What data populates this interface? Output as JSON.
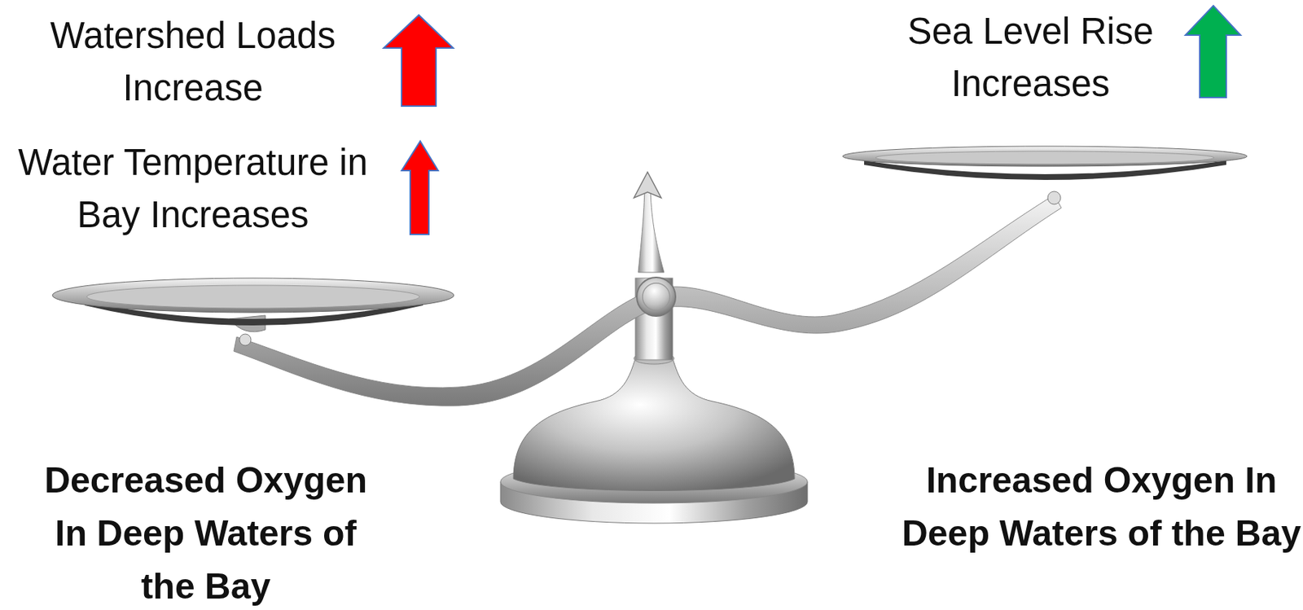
{
  "diagram": {
    "labels": [
      "Watershed Loads Increase",
      "Water Temperature in Bay Increases",
      "Sea Level Rise Increases",
      "Decreased Oxygen In Deep Waters of the Bay",
      "Increased Oxygen In Deep Waters of the Bay"
    ]
  }
}
